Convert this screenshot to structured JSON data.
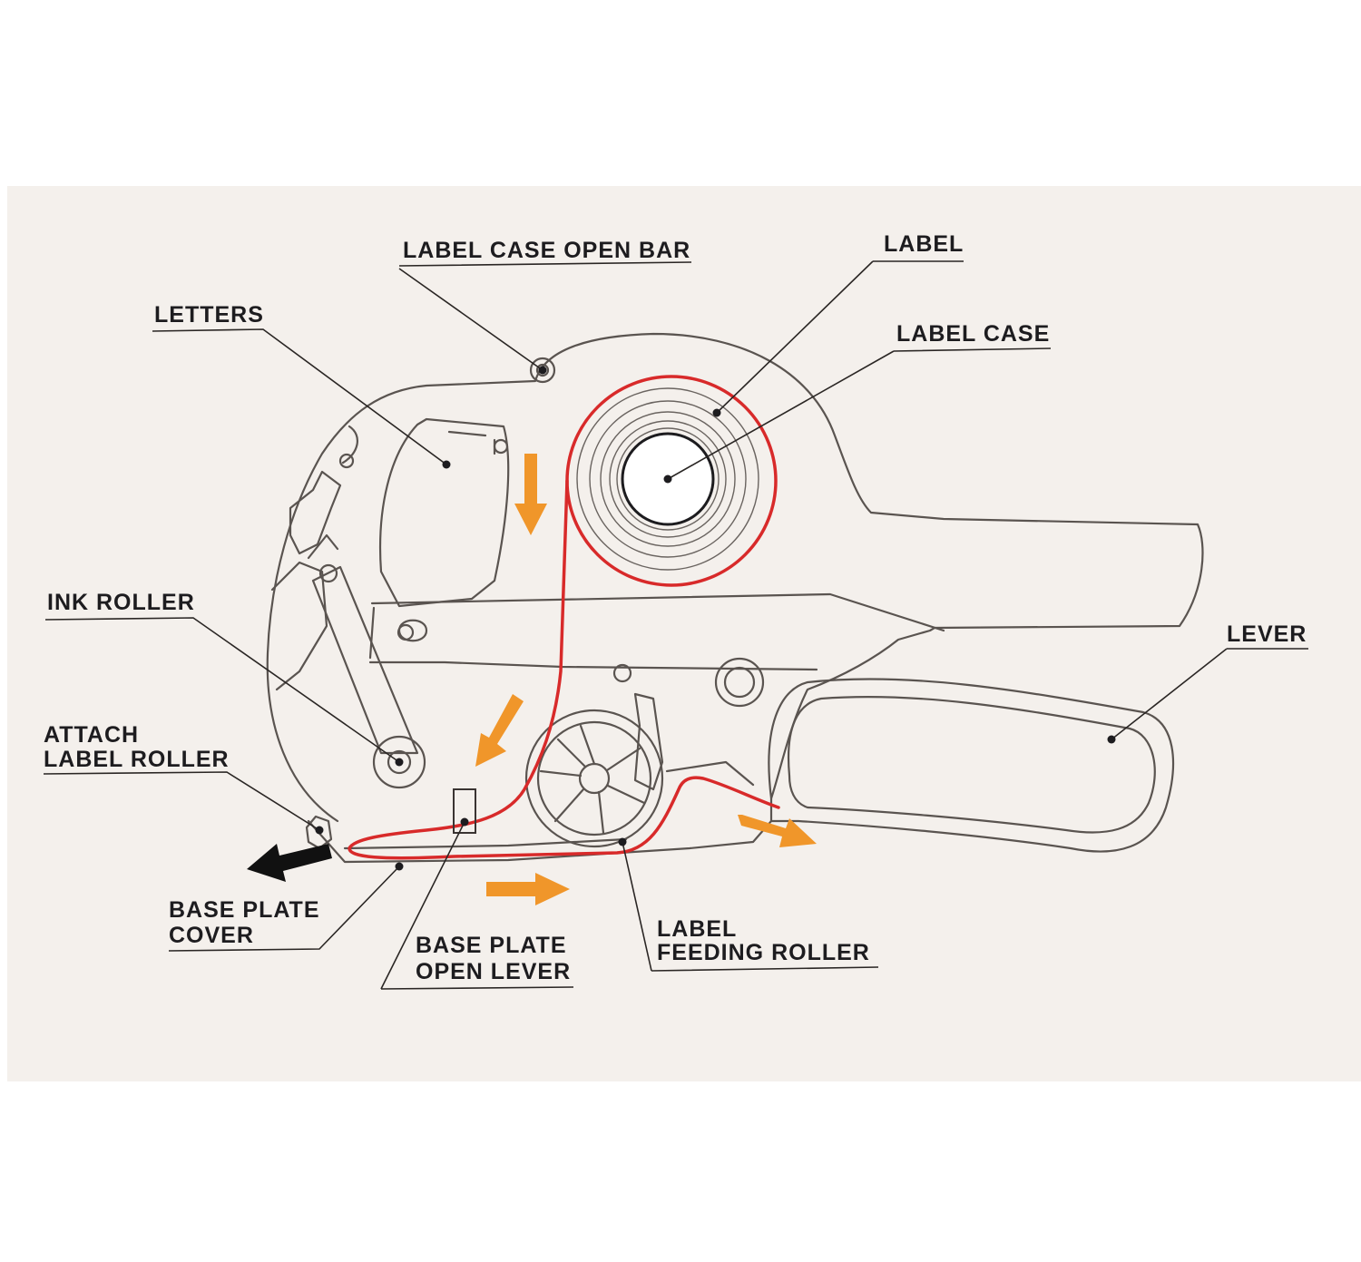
{
  "colors": {
    "background": "#ffffff",
    "panel": "#f4f0ec",
    "outline": "#5a5450",
    "leader": "#2a2624",
    "label_path": "#d82a2a",
    "feed_arrow": "#f0962a",
    "eject_arrow": "#111111"
  },
  "labels": {
    "label_case_open_bar": "LABEL CASE OPEN BAR",
    "label": "LABEL",
    "label_case": "LABEL CASE",
    "letters": "LETTERS",
    "ink_roller": "INK ROLLER",
    "lever": "LEVER",
    "attach_label_roller": [
      "ATTACH",
      "LABEL ROLLER"
    ],
    "base_plate_cover": [
      "BASE PLATE",
      "COVER"
    ],
    "base_plate_open_lever": [
      "BASE PLATE",
      "OPEN LEVER"
    ],
    "label_feeding_roller": [
      "LABEL",
      "FEEDING ROLLER"
    ]
  },
  "icons": {
    "feed_direction": "orange-arrow-icon",
    "eject_direction": "black-arrow-icon"
  }
}
